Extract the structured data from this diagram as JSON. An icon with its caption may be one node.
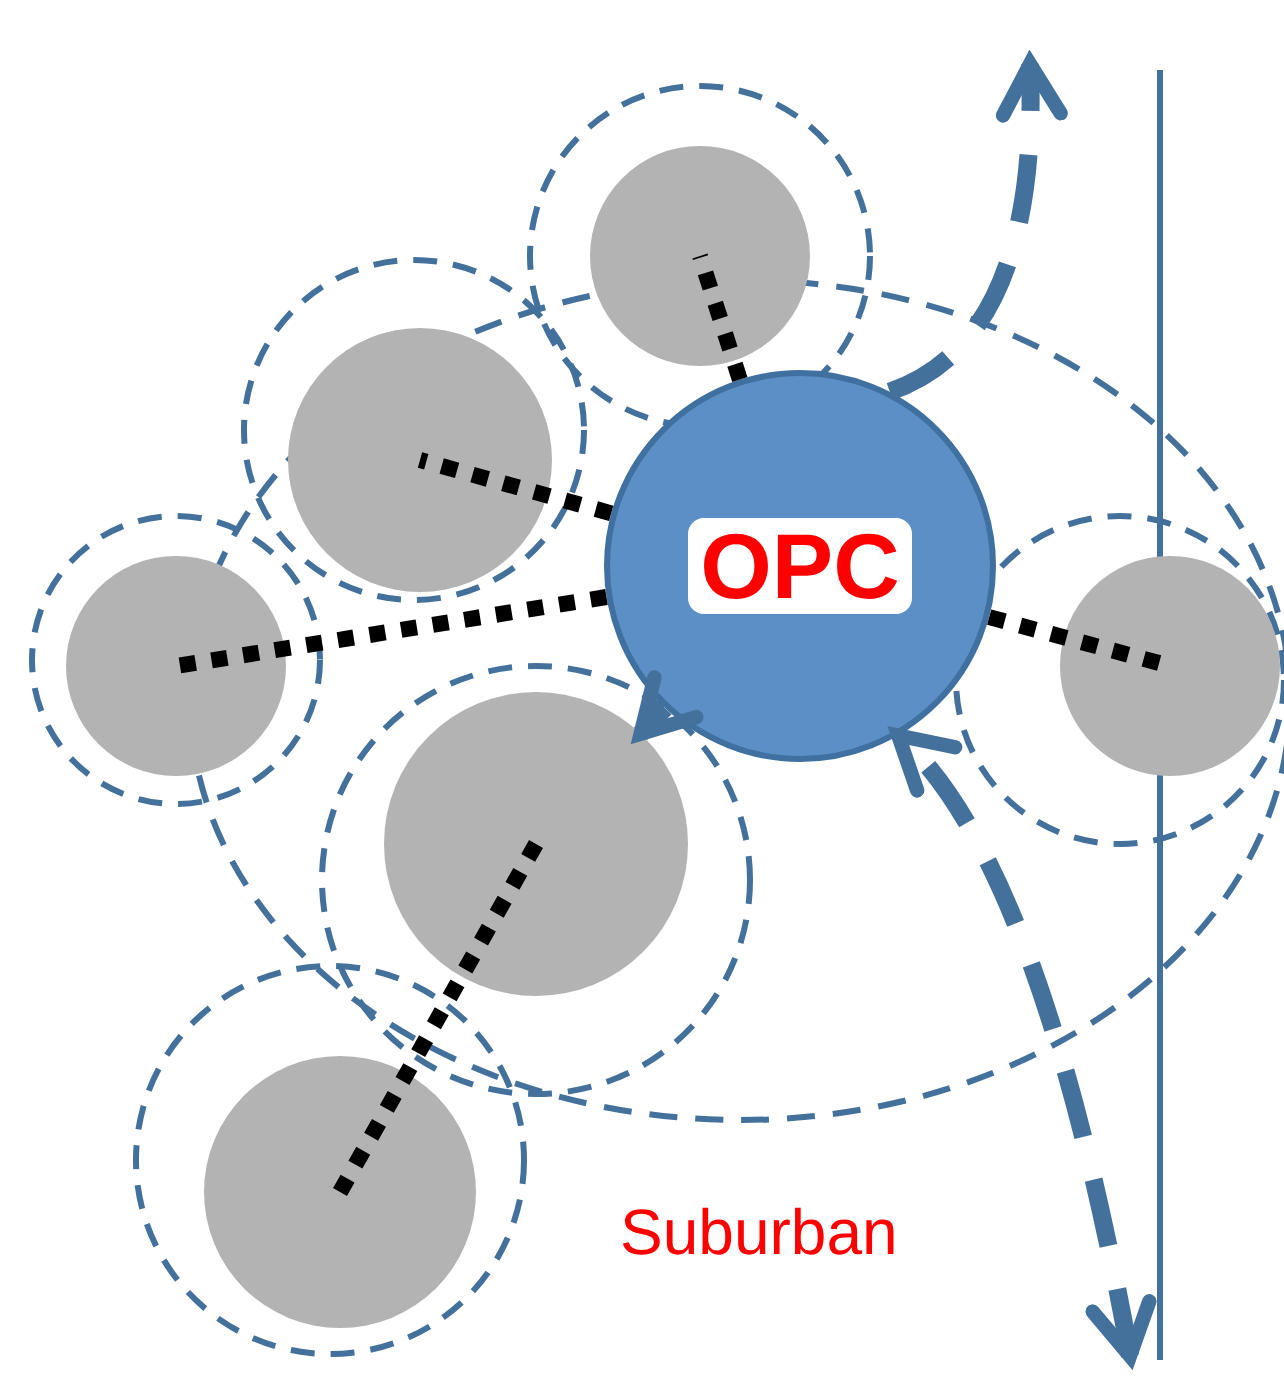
{
  "diagram": {
    "nodes": [
      {
        "text": [
          "OPC"
        ]
      },
      {
        "text": [],
        "shape": "circle"
      },
      {
        "text": [],
        "shape": "circle"
      },
      {
        "text": [],
        "shape": "circle"
      },
      {
        "text": [],
        "shape": "circle"
      },
      {
        "text": [],
        "shape": "circle"
      },
      {
        "text": [],
        "shape": "circle"
      }
    ],
    "edges": [
      {
        "from": 0,
        "to": 1,
        "arrow": "none"
      },
      {
        "from": 0,
        "to": 2,
        "arrow": "none"
      },
      {
        "from": 0,
        "to": 3,
        "arrow": "none"
      },
      {
        "from": 0,
        "to": 6,
        "arrow": "none"
      },
      {
        "from": 4,
        "to": 5,
        "arrow": "none"
      },
      {
        "from": 0,
        "to": 4,
        "arrow": "to",
        "style": "dashed",
        "color": "#44709c"
      },
      {
        "from": 0,
        "to": null,
        "arrow": "to",
        "style": "dashed",
        "color": "#44709c"
      },
      {
        "from": null,
        "to": 0,
        "arrow": "both",
        "style": "dashed",
        "color": "#44709c"
      }
    ],
    "labels": [
      "Suburban"
    ]
  }
}
